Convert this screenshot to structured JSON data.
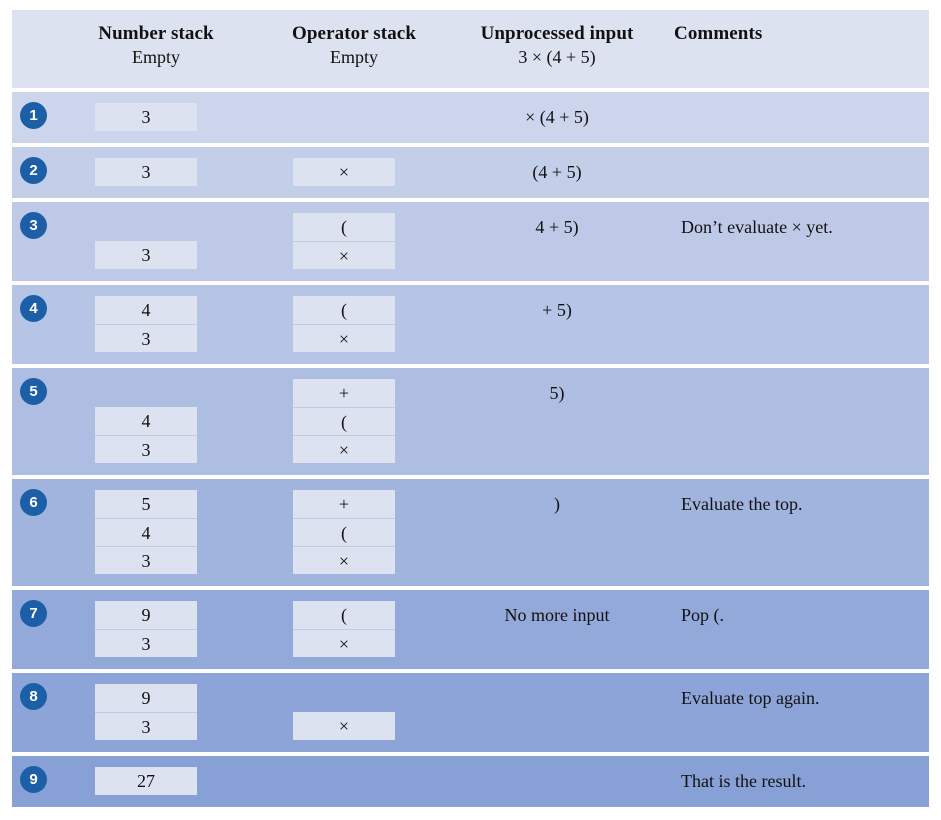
{
  "header": {
    "columns": [
      {
        "title": "Number stack",
        "sub": "Empty"
      },
      {
        "title": "Operator stack",
        "sub": "Empty"
      },
      {
        "title": "Unprocessed input",
        "sub": "3 × (4 + 5)"
      },
      {
        "title": "Comments",
        "sub": ""
      }
    ]
  },
  "colors": {
    "badge": "#1d5fa6",
    "cell": "#dde2f0",
    "header_row": "#dde2f0",
    "row_base": "#b9c6e6",
    "row_dark": "#8ba7d8",
    "page": "#ffffff"
  },
  "rows": [
    {
      "step": "1",
      "numbers": [
        "3"
      ],
      "operators": [],
      "input": "× (4 + 5)",
      "comment": "",
      "shade": "#ccd5ec"
    },
    {
      "step": "2",
      "numbers": [
        "3"
      ],
      "operators": [
        "×"
      ],
      "input": "(4 + 5)",
      "comment": "",
      "shade": "#c3cee9"
    },
    {
      "step": "3",
      "numbers": [
        "",
        "3"
      ],
      "operators": [
        "(",
        "×"
      ],
      "input": "4 + 5)",
      "comment": "Don’t evaluate × yet.",
      "shade": "#bdc9e7"
    },
    {
      "step": "4",
      "numbers": [
        "4",
        "3"
      ],
      "operators": [
        "(",
        "×"
      ],
      "input": "+ 5)",
      "comment": "",
      "shade": "#b6c4e5"
    },
    {
      "step": "5",
      "numbers": [
        "",
        "4",
        "3"
      ],
      "operators": [
        "+",
        "(",
        "×"
      ],
      "input": "5)",
      "comment": "",
      "shade": "#aebee2"
    },
    {
      "step": "6",
      "numbers": [
        "5",
        "4",
        "3"
      ],
      "operators": [
        "+",
        "(",
        "×"
      ],
      "input": ")",
      "comment": "Evaluate the top.",
      "shade": "#a0b4dd"
    },
    {
      "step": "7",
      "numbers": [
        "9",
        "3"
      ],
      "operators": [
        "(",
        "×"
      ],
      "input": "No more input",
      "comment": "Pop (.",
      "shade": "#93a9d9"
    },
    {
      "step": "8",
      "numbers": [
        "9",
        "3"
      ],
      "operators": [
        "",
        "×"
      ],
      "input": "",
      "comment": "Evaluate top again.",
      "shade": "#8ca4d7"
    },
    {
      "step": "9",
      "numbers": [
        "27"
      ],
      "operators": [],
      "input": "",
      "comment": "That is the result.",
      "shade": "#87a0d6"
    }
  ]
}
